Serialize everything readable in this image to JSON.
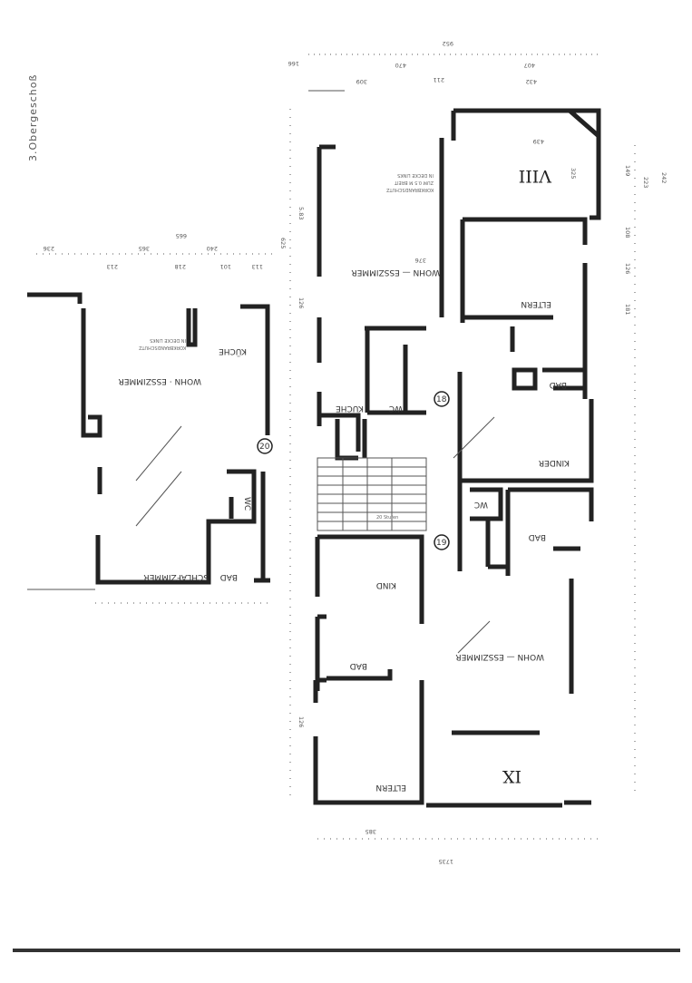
{
  "sheet": {
    "title": "3.Obergeschoß",
    "unit_numbers": [
      "VIII",
      "IX"
    ],
    "circled_numbers": [
      "18",
      "19",
      "20"
    ],
    "rooms": {
      "wohn_ess_top": "WOHN — ESSZIMMER",
      "wohn_ess_left": "WOHN · ESSZIMMER",
      "eltern_top": "ELTERN",
      "eltern_bottom": "ELTERN",
      "kinder": "KINDER",
      "kind": "KIND",
      "bad": "BAD",
      "bad_left": "BAD",
      "schlafzimmer": "SCHLAFZIMMER",
      "kueche": "KÜCHE",
      "kueche_left": "KÜCHE",
      "wc": "WC",
      "wc_right": "WC",
      "wc_left": "WC",
      "wohn_ess_right": "WOHN — ESSZIMMER",
      "bad_right": "BAD"
    },
    "dimensions": {
      "top_952": "952",
      "top_166": "166",
      "top_309": "309",
      "top_470": "470",
      "top_407": "407",
      "top_432": "432",
      "top_211": "211",
      "left_665": "665",
      "left_365": "365",
      "left_240": "240",
      "left_218": "218",
      "left_213": "213",
      "left_101": "101",
      "left_113": "113",
      "left_236": "236",
      "left_625": "625",
      "right_439": "439",
      "right_325": "325",
      "right_149": "149",
      "right_223": "223",
      "right_242": "242",
      "right_108": "108",
      "right_126": "126",
      "right_181": "181",
      "mid_583": "5.83",
      "mid_126": "126",
      "mid_376": "376",
      "bottom_1": "385",
      "bottom_2": "126",
      "stair": "20 Stufen",
      "stair_2": "1735"
    },
    "notes": {
      "brandschutz": "KORKBRANDSCHUTZ",
      "brandschutz_2": "IN DECKE LINKS",
      "brandschutz_3": "ZUM 0.5 M BREIT",
      "left_note_1": "KORKBRANDSCHUTZ",
      "left_note_2": "IN DECKE LINKS"
    }
  }
}
